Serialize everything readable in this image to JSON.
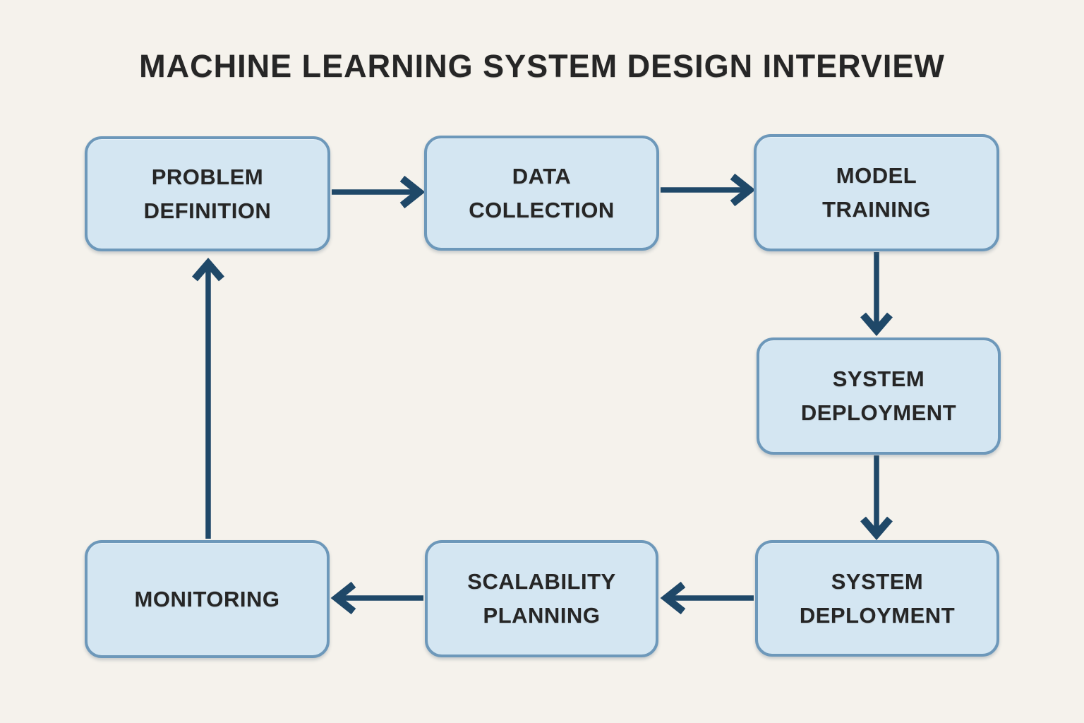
{
  "title": "MACHINE LEARNING SYSTEM DESIGN INTERVIEW",
  "colors": {
    "background": "#f5f2ec",
    "node_fill": "#d4e6f2",
    "node_border": "#6d98ba",
    "arrow": "#1f4868",
    "text": "#262626"
  },
  "diagram": {
    "type": "flowchart",
    "nodes": [
      {
        "id": "problem-definition",
        "label": "PROBLEM\nDEFINITION"
      },
      {
        "id": "data-collection",
        "label": "DATA\nCOLLECTION"
      },
      {
        "id": "model-training",
        "label": "MODEL\nTRAINING"
      },
      {
        "id": "system-deployment-1",
        "label": "SYSTEM\nDEPLOYMENT"
      },
      {
        "id": "system-deployment-2",
        "label": "SYSTEM\nDEPLOYMENT"
      },
      {
        "id": "scalability-planning",
        "label": "SCALABILITY\nPLANNING"
      },
      {
        "id": "monitoring",
        "label": "MONITORING"
      }
    ],
    "edges": [
      {
        "from": "problem-definition",
        "to": "data-collection",
        "direction": "right"
      },
      {
        "from": "data-collection",
        "to": "model-training",
        "direction": "right"
      },
      {
        "from": "model-training",
        "to": "system-deployment-1",
        "direction": "down"
      },
      {
        "from": "system-deployment-1",
        "to": "system-deployment-2",
        "direction": "down"
      },
      {
        "from": "system-deployment-2",
        "to": "scalability-planning",
        "direction": "left"
      },
      {
        "from": "scalability-planning",
        "to": "monitoring",
        "direction": "left"
      },
      {
        "from": "monitoring",
        "to": "problem-definition",
        "direction": "up"
      }
    ]
  }
}
